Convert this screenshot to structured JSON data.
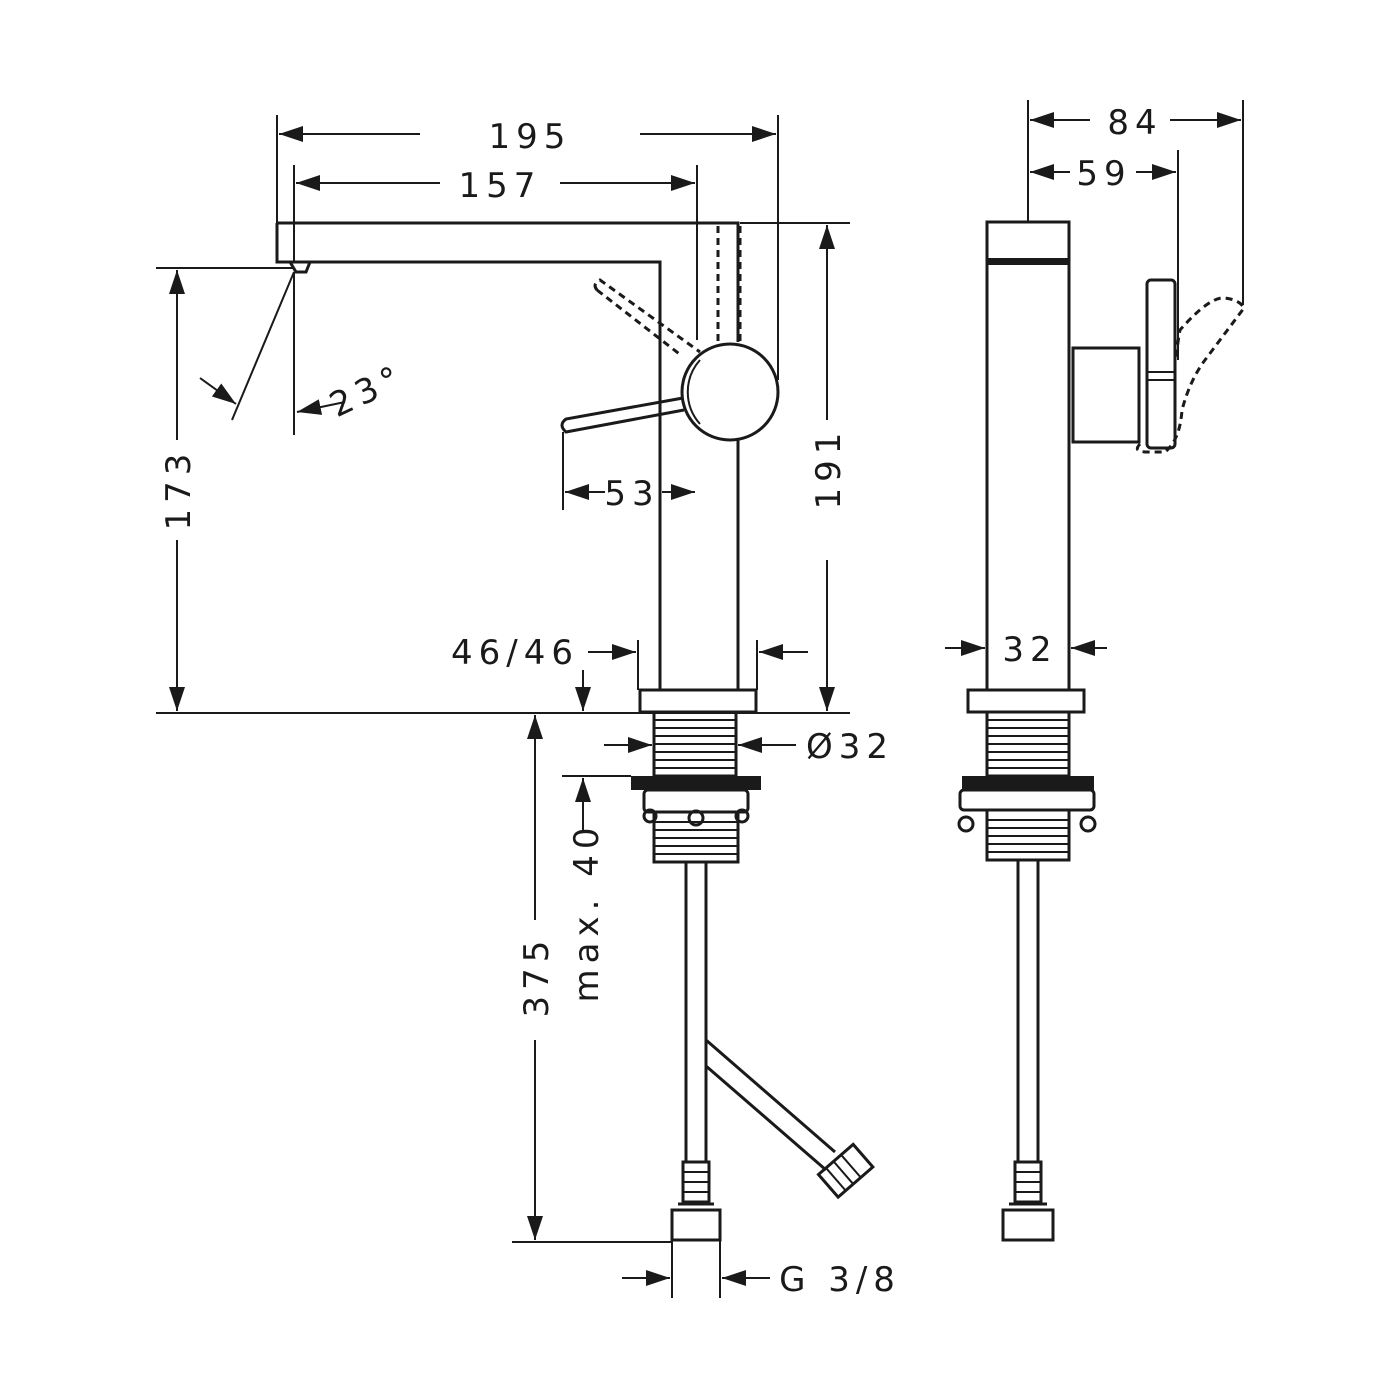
{
  "dimensions": {
    "overall_reach": "195",
    "spout_reach": "157",
    "spout_angle": "23°",
    "spout_height": "173",
    "total_height": "191",
    "handle_offset": "53",
    "base_size": "46/46",
    "thread_diameter": "Ø32",
    "max_counter_thickness": "max. 40",
    "hose_length": "375",
    "connection": "G 3/8",
    "side_depth": "84",
    "side_body_depth": "59",
    "side_width": "32"
  }
}
